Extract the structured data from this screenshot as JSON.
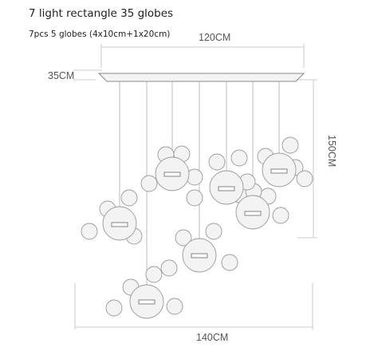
{
  "header": {
    "title": "7 light rectangle 35 globes",
    "subtitle": "7pcs 5 globes (4x10cm+1x20cm)"
  },
  "dimensions": {
    "width_top": "120CM",
    "canopy_depth": "35CM",
    "height": "150CM",
    "width_bottom": "140CM"
  },
  "product": {
    "lights": 7,
    "globes_total": 35,
    "globes_per_light": 5,
    "small_globe_cm": 10,
    "large_globe_cm": 20
  }
}
